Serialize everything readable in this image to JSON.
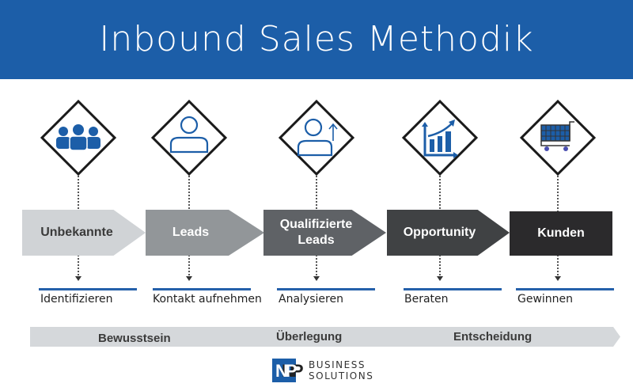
{
  "header": {
    "title": "Inbound Sales Methodik"
  },
  "stages": [
    {
      "label": "Unbekannte",
      "action": "Identifizieren",
      "icon": "people-group-icon"
    },
    {
      "label": "Leads",
      "action": "Kontakt aufnehmen",
      "icon": "person-icon"
    },
    {
      "label": "Qualifizierte Leads",
      "action": "Analysieren",
      "icon": "person-up-arrow-icon"
    },
    {
      "label": "Opportunity",
      "action": "Beraten",
      "icon": "growth-chart-icon"
    },
    {
      "label": "Kunden",
      "action": "Gewinnen",
      "icon": "shopping-cart-icon"
    }
  ],
  "phases": [
    "Bewusstsein",
    "Überlegung",
    "Entscheidung"
  ],
  "logo": {
    "mark": "NP",
    "line1": "BUSINESS",
    "line2": "SOLUTIONS"
  },
  "colors": {
    "brand": "#1c5ea8",
    "stage1": "#d0d3d6",
    "stage2": "#929699",
    "stage3": "#5f6266",
    "stage4": "#404244",
    "stage5": "#2b2a2c"
  }
}
